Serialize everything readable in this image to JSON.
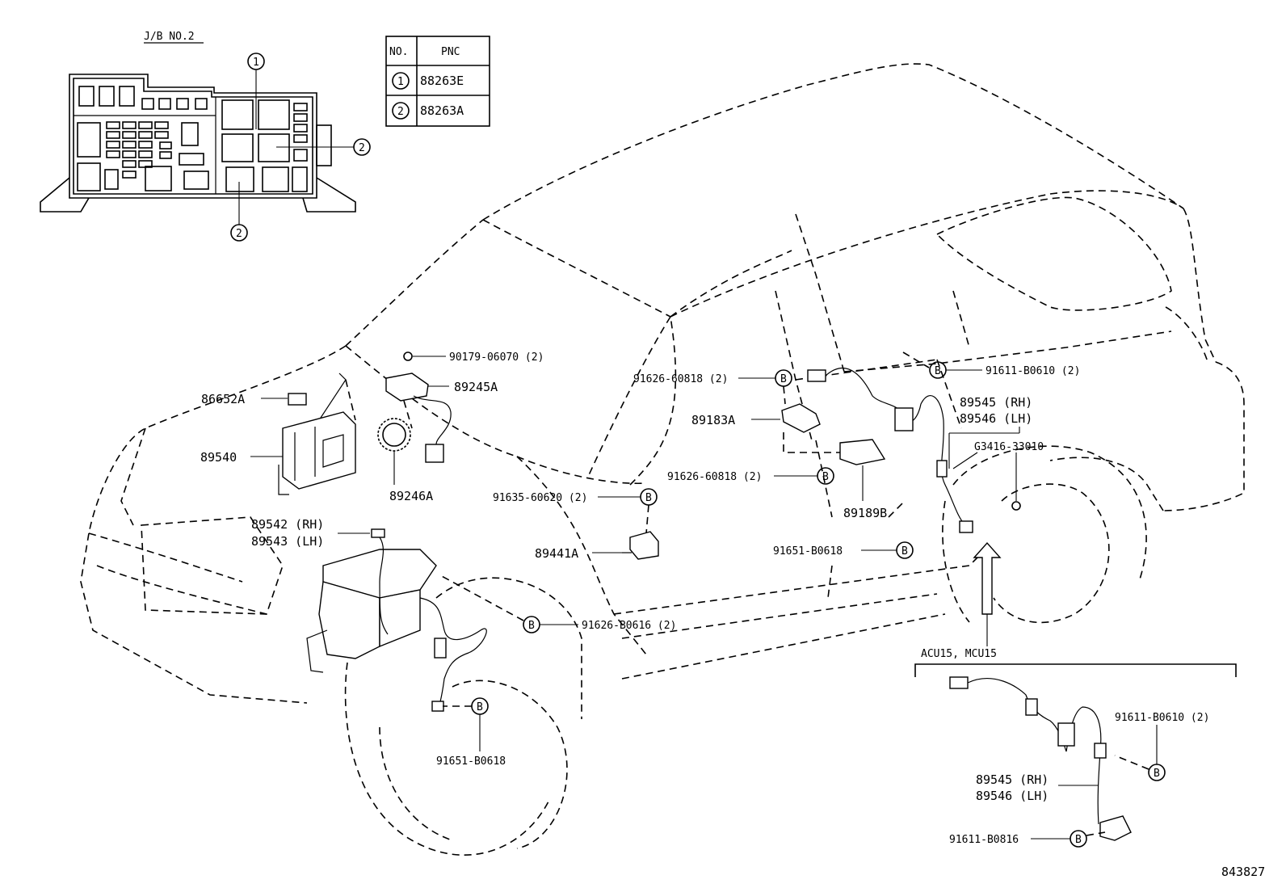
{
  "jb": {
    "title": "J/B NO.2"
  },
  "pnc_table": {
    "headers": [
      "NO.",
      "PNC"
    ],
    "rows": [
      {
        "no": "1",
        "pnc": "88263E"
      },
      {
        "no": "2",
        "pnc": "88263A"
      }
    ]
  },
  "callouts": {
    "one": "1",
    "two": "2"
  },
  "bolt_symbol": "B",
  "parts": {
    "p90179": "90179-06070 (2)",
    "p89245A": "89245A",
    "p86652A": "86652A",
    "p89540": "89540",
    "p89246A": "89246A",
    "p91635": "91635-60620 (2)",
    "p89542": "89542 (RH)",
    "p89543": "89543 (LH)",
    "p91626_60818_top": "91626-60818 (2)",
    "p89183A": "89183A",
    "p91626_60818_mid": "91626-60818 (2)",
    "p89189B": "89189B",
    "p89441A": "89441A",
    "p91651_B0618_mid": "91651-B0618",
    "p91626_B0616": "91626-B0616 (2)",
    "p91651_B0618_low": "91651-B0618",
    "p91611_B0610_top": "91611-B0610 (2)",
    "p89545_top": "89545 (RH)",
    "p89546_top": "89546 (LH)",
    "pG3416": "G3416-33010",
    "p91611_B0610_box": "91611-B0610 (2)",
    "p89545_box": "89545 (RH)",
    "p89546_box": "89546 (LH)",
    "p91611_B0816": "91611-B0816"
  },
  "variant_box": {
    "title": "ACU15, MCU15"
  },
  "figure_number": "843827"
}
